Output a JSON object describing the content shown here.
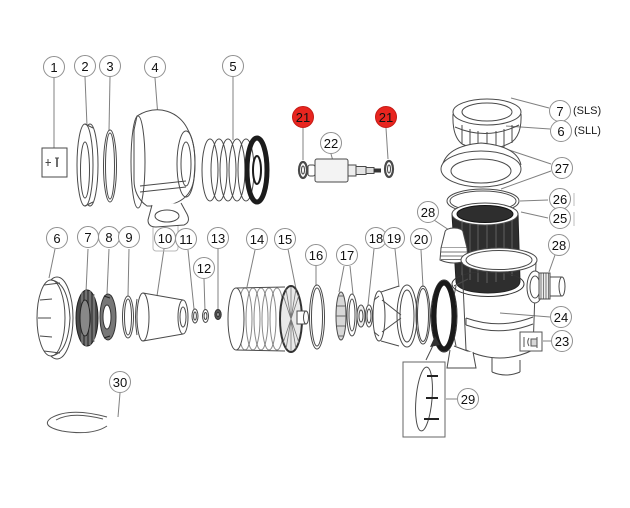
{
  "diagram": {
    "type": "exploded-parts-diagram",
    "description": "pump exploded view with numbered part callouts"
  },
  "colors": {
    "highlight_red": "#e8251f",
    "circle_border": "#909090",
    "leader_line": "#808080",
    "ink": "#4a4a4a",
    "dark_fill": "#2e2e2e"
  },
  "annotations": {
    "sls": "(SLS)",
    "sll": "(SLL)"
  },
  "callouts": [
    {
      "label": "1"
    },
    {
      "label": "2"
    },
    {
      "label": "3"
    },
    {
      "label": "4"
    },
    {
      "label": "5"
    },
    {
      "label": "21",
      "highlighted": true
    },
    {
      "label": "22"
    },
    {
      "label": "21",
      "highlighted": true
    },
    {
      "label": "7"
    },
    {
      "label": "6"
    },
    {
      "label": "27"
    },
    {
      "label": "26"
    },
    {
      "label": "25"
    },
    {
      "label": "28"
    },
    {
      "label": "28"
    },
    {
      "label": "24"
    },
    {
      "label": "23"
    },
    {
      "label": "6"
    },
    {
      "label": "7"
    },
    {
      "label": "8"
    },
    {
      "label": "9"
    },
    {
      "label": "10"
    },
    {
      "label": "11"
    },
    {
      "label": "12"
    },
    {
      "label": "13"
    },
    {
      "label": "14"
    },
    {
      "label": "15"
    },
    {
      "label": "16"
    },
    {
      "label": "17"
    },
    {
      "label": "18"
    },
    {
      "label": "19"
    },
    {
      "label": "20"
    },
    {
      "label": "29"
    },
    {
      "label": "30"
    }
  ]
}
